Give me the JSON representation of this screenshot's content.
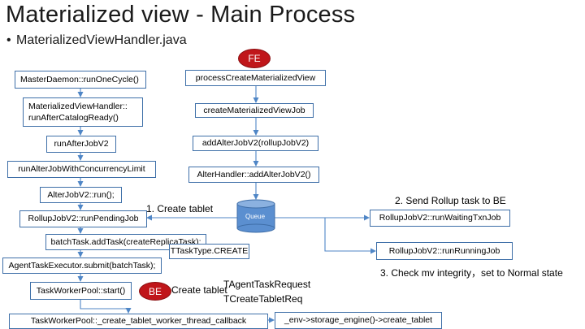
{
  "slide": {
    "title": "Materialized view - Main Process",
    "subtitle": "MaterializedViewHandler.java",
    "bullet": "•"
  },
  "badges": {
    "fe": "FE",
    "be": "BE"
  },
  "left_flow": {
    "master_daemon": "MasterDaemon::runOneCycle()",
    "mv_handler_line1": "MaterializedViewHandler::",
    "mv_handler_line2": "runAfterCatalogReady()",
    "run_after_jobv2": "runAfterJobV2",
    "run_alter_job": "runAlterJobWithConcurrencyLimit",
    "alter_job_run": "AlterJobV2::run();",
    "rollup_pending": "RollupJobV2::runPendingJob",
    "batch_task": "batchTask.addTask(createReplicaTask);",
    "task_type": "TTaskType.CREATE",
    "agent_executor": "AgentTaskExecutor.submit(batchTask);",
    "worker_start": "TaskWorkerPool::start()",
    "worker_callback": "TaskWorkerPool::_create_tablet_worker_thread_callback",
    "storage_engine": "_env->storage_engine()->create_tablet"
  },
  "right_flow": {
    "process_create": "processCreateMaterializedView",
    "create_job": "createMaterializedViewJob",
    "add_alter_job": "addAlterJobV2(rollupJobV2)",
    "alter_handler": "AlterHandler::addAlterJobV2()",
    "queue": "Queue",
    "rollup_waiting": "RollupJobV2::runWaitingTxnJob",
    "rollup_running": "RollupJobV2::runRunningJob"
  },
  "annotations": {
    "create_tablet_1": "1. Create tablet",
    "send_rollup": "2. Send Rollup task to BE",
    "check_mv": "3. Check mv integrity，set to Normal state",
    "create_tablet_be": "Create tablet",
    "agent_request": "TAgentTaskRequest",
    "create_tablet_req": "TCreateTabletReq"
  },
  "colors": {
    "box_border": "#3e6fa8",
    "arrow": "#4f86c6",
    "badge": "#c0161a",
    "queue_fill": "#5b8fd0"
  }
}
